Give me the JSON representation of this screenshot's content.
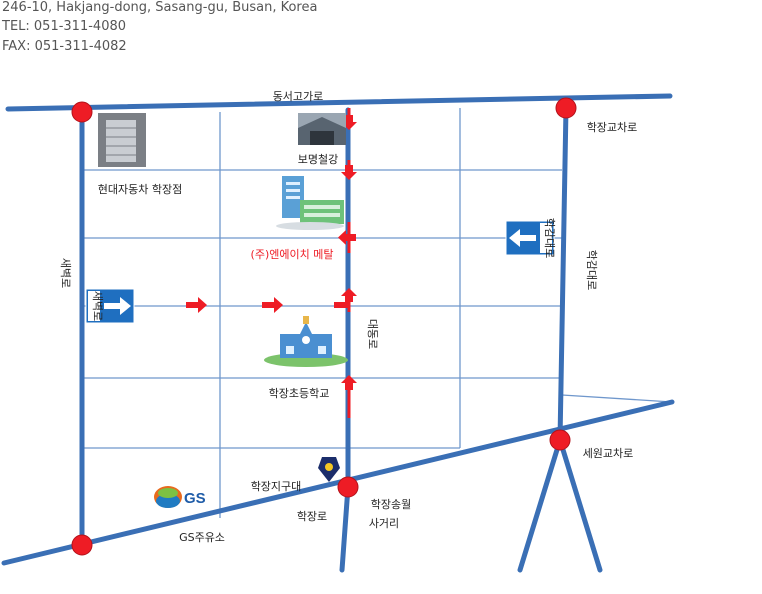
{
  "address": {
    "line1": "246-10, Hakjang-dong, Sasang-gu, Busan, Korea",
    "tel": "TEL: 051-311-4080",
    "fax": "FAX: 051-311-4082"
  },
  "map_labels": {
    "road_top": "동서고가로",
    "intersection_top_right": "학장교차로",
    "bomyeong": "보명철강",
    "hyundai": "현대자동차 학장점",
    "company": "(주)엔에이치 메탈",
    "road_left": "새벽로",
    "road_right": "학감대로",
    "road_center": "대동로",
    "school": "학장초등학교",
    "intersection_right": "세원교차로",
    "police": "학장지구대",
    "road_bottom": "학장로",
    "gs_station": "GS주유소",
    "gs_logo": "GS",
    "intersection_bottom_1": "학장송월",
    "intersection_bottom_2": "사거리",
    "sign_left": "새벽로",
    "sign_right": "학감대로"
  },
  "colors": {
    "road": "#3a6fb5",
    "street": "#6f97cc",
    "marker": "#ee1c25",
    "label_highlight": "#ee1c25"
  }
}
